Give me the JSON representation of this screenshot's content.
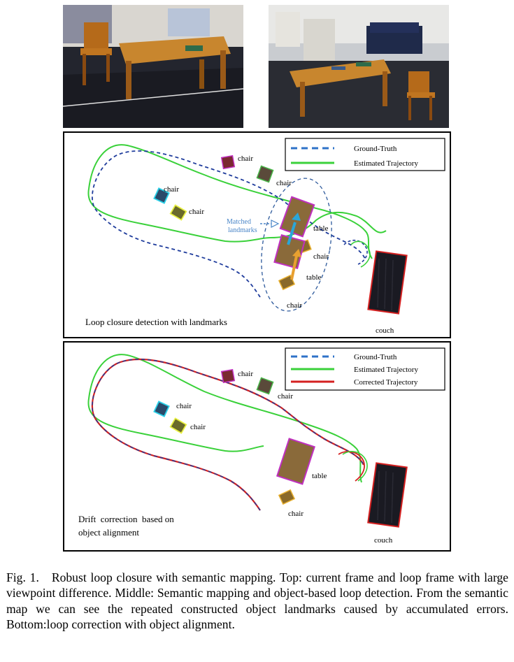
{
  "middle_panel": {
    "legend": {
      "ground_truth": "Ground-Truth",
      "estimated": "Estimated Trajectory"
    },
    "labels": {
      "chair_1": "chair",
      "chair_2": "chair",
      "chair_3": "chair",
      "chair_4": "chair",
      "chair_5": "chair",
      "chair_6": "chair",
      "table_1": "table",
      "table_2": "table",
      "couch": "couch",
      "matched_1": "Matched",
      "matched_2": "landmarks"
    },
    "caption": "Loop closure detection with landmarks"
  },
  "bottom_panel": {
    "legend": {
      "ground_truth": "Ground-Truth",
      "estimated": "Estimated Trajectory",
      "corrected": "Corrected Trajectory"
    },
    "labels": {
      "chair_1": "chair",
      "chair_2": "chair",
      "chair_3": "chair",
      "chair_4": "chair",
      "chair_5": "chair",
      "table": "table",
      "couch": "couch"
    },
    "caption_line1": "Drift  correction  based on",
    "caption_line2": "object alignment"
  },
  "figure_caption": {
    "prefix": "Fig. 1.",
    "text": "Robust loop closure with semantic mapping. Top: current frame and loop frame with large viewpoint difference. Middle: Semantic mapping and object-based loop detection. From the semantic map we can see the repeated constructed object landmarks caused by accumulated errors. Bottom:loop correction with object alignment."
  },
  "colors": {
    "ground_truth": "#1f3c9c",
    "estimated": "#3ad13a",
    "corrected": "#d42020",
    "couch_box": "#d42020",
    "table_box": "#c030c0",
    "matched_arrow": "#2aa6d8"
  }
}
